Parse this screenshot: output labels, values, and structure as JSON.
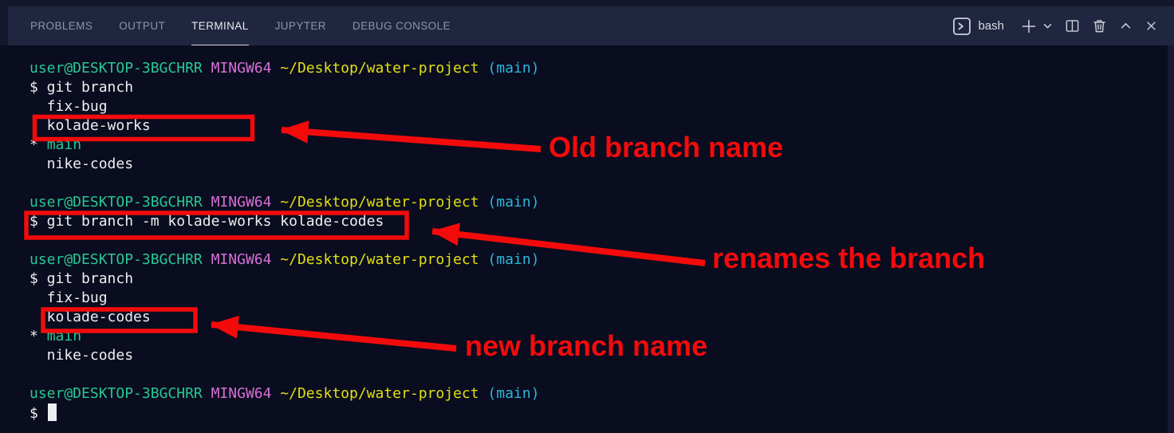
{
  "panel": {
    "tabs": [
      {
        "label": "PROBLEMS",
        "active": false
      },
      {
        "label": "OUTPUT",
        "active": false
      },
      {
        "label": "TERMINAL",
        "active": true
      },
      {
        "label": "JUPYTER",
        "active": false
      },
      {
        "label": "DEBUG CONSOLE",
        "active": false
      }
    ],
    "shell": {
      "label": "bash"
    }
  },
  "terminal": {
    "prompt": {
      "user_host": "user@DESKTOP-3BGCHRR",
      "env": "MINGW64",
      "path": "~/Desktop/water-project",
      "branch": "(main)"
    },
    "lines": [
      {
        "type": "prompt"
      },
      {
        "type": "cmd",
        "text": "$ git branch"
      },
      {
        "type": "out",
        "text": "  fix-bug"
      },
      {
        "type": "out",
        "text": "  kolade-works"
      },
      {
        "type": "current",
        "marker": "* ",
        "text": "main"
      },
      {
        "type": "out",
        "text": "  nike-codes"
      },
      {
        "type": "blank"
      },
      {
        "type": "prompt"
      },
      {
        "type": "cmd",
        "text": "$ git branch -m kolade-works kolade-codes"
      },
      {
        "type": "blank"
      },
      {
        "type": "prompt"
      },
      {
        "type": "cmd",
        "text": "$ git branch"
      },
      {
        "type": "out",
        "text": "  fix-bug"
      },
      {
        "type": "out",
        "text": "  kolade-codes"
      },
      {
        "type": "current",
        "marker": "* ",
        "text": "main"
      },
      {
        "type": "out",
        "text": "  nike-codes"
      },
      {
        "type": "blank"
      },
      {
        "type": "prompt"
      },
      {
        "type": "cmd",
        "text": "$ ",
        "cursor": true
      }
    ]
  },
  "annotations": [
    {
      "label": "Old branch name"
    },
    {
      "label": "renames the branch"
    },
    {
      "label": "new branch name"
    }
  ],
  "colors": {
    "terminal_bg": "#0a0c1f",
    "panel_bg": "#212640",
    "edge_bg": "#14172c",
    "text": "#efefef",
    "prompt_green": "#27c893",
    "prompt_magenta": "#d670d6",
    "prompt_yellow": "#e0e010",
    "prompt_cyan": "#29b8db",
    "annotation_red": "#f30b0b"
  }
}
